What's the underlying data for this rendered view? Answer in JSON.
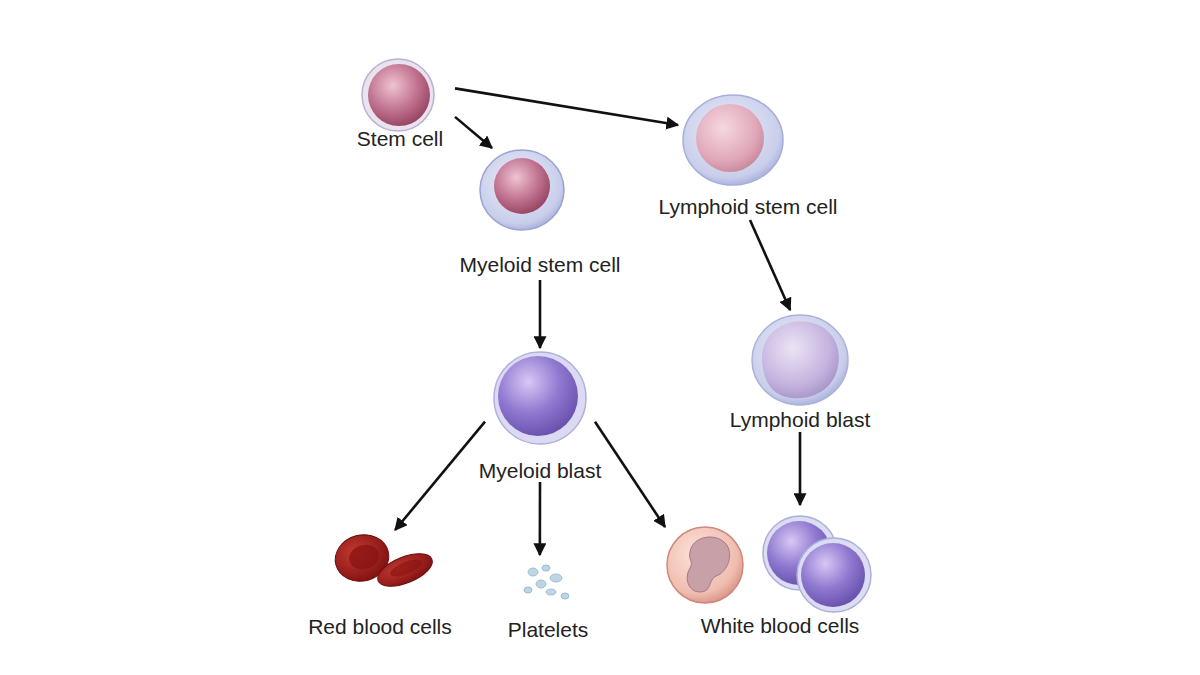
{
  "diagram": {
    "nodes": [
      {
        "text": [
          "Stem cell"
        ]
      },
      {
        "text": [
          "Lymphoid stem cell"
        ]
      },
      {
        "text": [
          "Myeloid stem cell"
        ]
      },
      {
        "text": [
          "Myeloid blast"
        ]
      },
      {
        "text": [
          "Lymphoid blast"
        ]
      },
      {
        "text": [
          "Red blood cells"
        ]
      },
      {
        "text": [
          "Platelets"
        ]
      },
      {
        "text": [
          "White blood cells"
        ]
      }
    ],
    "edges": [
      {
        "from": 0,
        "to": 2,
        "arrow": "to"
      },
      {
        "from": 0,
        "to": 1,
        "arrow": "to"
      },
      {
        "from": 2,
        "to": 3,
        "arrow": "to"
      },
      {
        "from": 1,
        "to": 4,
        "arrow": "to"
      },
      {
        "from": 3,
        "to": 5,
        "arrow": "to"
      },
      {
        "from": 3,
        "to": 6,
        "arrow": "to"
      },
      {
        "from": 3,
        "to": 7,
        "arrow": "to"
      },
      {
        "from": 4,
        "to": 7,
        "arrow": "to"
      }
    ]
  }
}
